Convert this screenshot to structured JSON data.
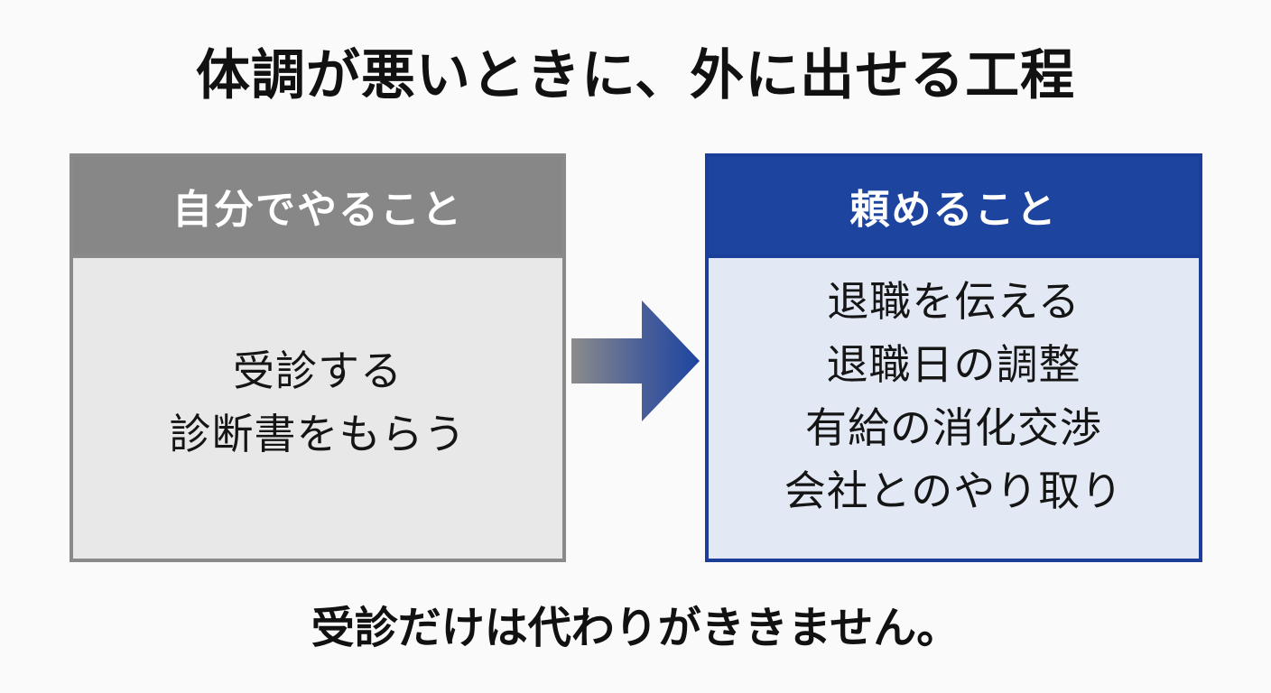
{
  "title": "体調が悪いときに、外に出せる工程",
  "left_box": {
    "header": "自分でやること",
    "items": [
      "受診する",
      "診断書をもらう"
    ]
  },
  "right_box": {
    "header": "頼めること",
    "items": [
      "退職を伝える",
      "退職日の調整",
      "有給の消化交渉",
      "会社とのやり取り"
    ]
  },
  "footer": "受診だけは代わりがききません。",
  "colors": {
    "left_accent": "#878787",
    "right_accent": "#1d45a0",
    "left_fill": "#e8e8e8",
    "right_fill": "#e3e9f4"
  },
  "icons": {
    "arrow": "right-arrow-icon"
  }
}
